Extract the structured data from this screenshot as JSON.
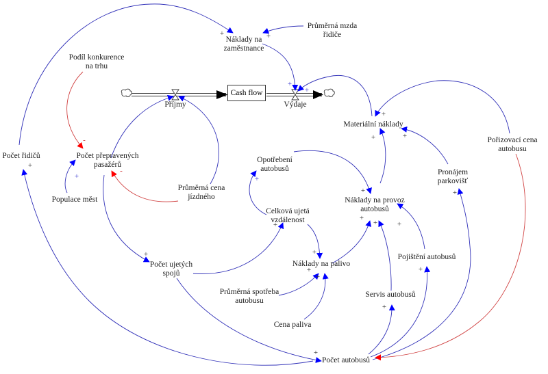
{
  "diagram": {
    "type": "stock-and-flow / causal loop diagram",
    "colors": {
      "positive_link": "#3030c0",
      "negative_link": "#d03030",
      "arrowhead_blue": "#0000ff",
      "arrowhead_red": "#ff0000",
      "flow_pipe": "#333333"
    },
    "stock": {
      "label": "Cash flow"
    },
    "flows": {
      "inflow": {
        "label": "Příjmy"
      },
      "outflow": {
        "label": "Výdaje"
      }
    },
    "variables": {
      "naklady_zamestnance": "Náklady na\nzaměstnance",
      "mzda_ridice": "Průměrná mzda\nřidiče",
      "podil_konkurence": "Podíl konkurence\nna trhu",
      "pocet_pasazeru": "Počet přepravených\npasažérů",
      "populace": "Populace měst",
      "cena_jizdneho": "Průměrná cena\njízdného",
      "pocet_ridicu": "Počet řidičů",
      "pocet_spoju": "Počet ujetých\nspojů",
      "opotrebeni": "Opotřebení\nautobusů",
      "celkova_vzdalenost": "Celková ujetá\nvzdálenost",
      "naklady_palivo": "Náklady na palivo",
      "spotreba": "Průměrná spotřeba\nautobusu",
      "cena_paliva": "Cena paliva",
      "materialni_naklady": "Materiální náklady",
      "naklady_provoz": "Náklady na provoz\nautobusů",
      "pronajem": "Pronájem\nparkovišť",
      "porizovaci_cena": "Pořizovací cena\nautobusu",
      "pojisteni": "Pojištění autobusů",
      "servis": "Servis autobusů",
      "pocet_autobusu": "Počet autobusů"
    },
    "links": [
      {
        "from": "pocet_ridicu",
        "to": "naklady_zamestnance",
        "polarity": "+"
      },
      {
        "from": "mzda_ridice",
        "to": "naklady_zamestnance",
        "polarity": "+"
      },
      {
        "from": "naklady_zamestnance",
        "to": "outflow",
        "polarity": "+"
      },
      {
        "from": "materialni_naklady",
        "to": "outflow",
        "polarity": "+"
      },
      {
        "from": "podil_konkurence",
        "to": "pocet_pasazeru",
        "polarity": "-"
      },
      {
        "from": "populace",
        "to": "pocet_pasazeru",
        "polarity": "+"
      },
      {
        "from": "cena_jizdneho",
        "to": "pocet_pasazeru",
        "polarity": "-"
      },
      {
        "from": "pocet_pasazeru",
        "to": "inflow",
        "polarity": ""
      },
      {
        "from": "cena_jizdneho",
        "to": "inflow",
        "polarity": ""
      },
      {
        "from": "pocet_pasazeru",
        "to": "pocet_spoju",
        "polarity": "+"
      },
      {
        "from": "pocet_spoju",
        "to": "celkova_vzdalenost",
        "polarity": "+"
      },
      {
        "from": "celkova_vzdalenost",
        "to": "opotrebeni",
        "polarity": "+"
      },
      {
        "from": "celkova_vzdalenost",
        "to": "naklady_palivo",
        "polarity": "+"
      },
      {
        "from": "spotreba",
        "to": "naklady_palivo",
        "polarity": "+"
      },
      {
        "from": "cena_paliva",
        "to": "naklady_palivo",
        "polarity": "+"
      },
      {
        "from": "opotrebeni",
        "to": "naklady_provoz",
        "polarity": "+"
      },
      {
        "from": "naklady_palivo",
        "to": "naklady_provoz",
        "polarity": "+"
      },
      {
        "from": "servis",
        "to": "naklady_provoz",
        "polarity": "+"
      },
      {
        "from": "pojisteni",
        "to": "naklady_provoz",
        "polarity": "+"
      },
      {
        "from": "naklady_provoz",
        "to": "materialni_naklady",
        "polarity": "+"
      },
      {
        "from": "pronajem",
        "to": "materialni_naklady",
        "polarity": "+"
      },
      {
        "from": "porizovaci_cena",
        "to": "materialni_naklady",
        "polarity": "+"
      },
      {
        "from": "pocet_autobusu",
        "to": "pocet_ridicu",
        "polarity": "+"
      },
      {
        "from": "pocet_spoju",
        "to": "pocet_autobusu",
        "polarity": "+"
      },
      {
        "from": "pocet_autobusu",
        "to": "servis",
        "polarity": "+"
      },
      {
        "from": "pocet_autobusu",
        "to": "pojisteni",
        "polarity": "+"
      },
      {
        "from": "pocet_autobusu",
        "to": "pronajem",
        "polarity": "+"
      },
      {
        "from": "porizovaci_cena",
        "to": "pocet_autobusu",
        "polarity": "-"
      }
    ],
    "polarity_marks": {
      "plus": "+",
      "minus": "-"
    }
  }
}
